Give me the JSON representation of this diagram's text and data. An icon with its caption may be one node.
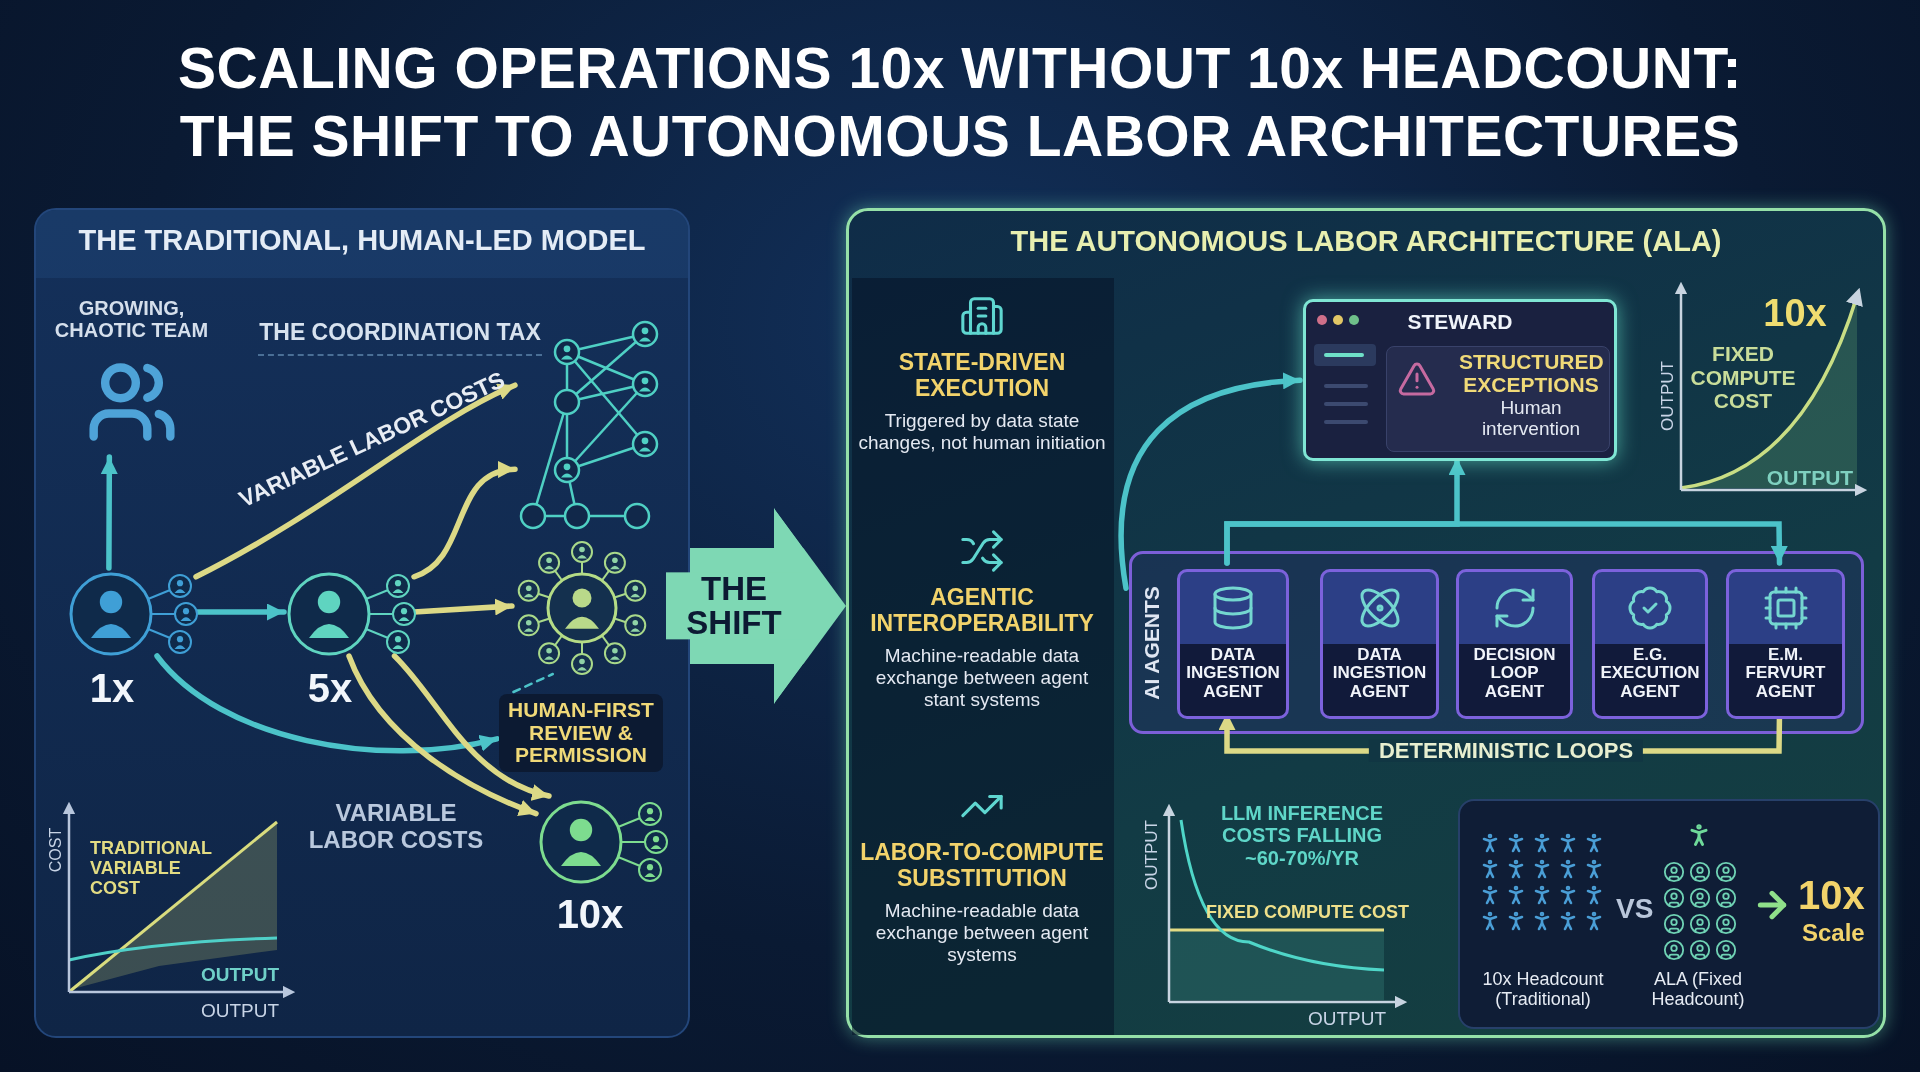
{
  "diagram": {
    "title": "SCALING OPERATIONS 10x WITHOUT 10x HEADCOUNT: THE SHIFT TO AUTONOMOUS LABOR ARCHITECTURES",
    "nodes": [
      {
        "text": [
          "THE TRADITIONAL, HUMAN-LED MODEL"
        ]
      },
      {
        "text": [
          "GROWING, CHAOTIC TEAM"
        ],
        "in": 0
      },
      {
        "text": [],
        "shape": "circle",
        "beside": [
          "1x"
        ],
        "in": 0
      },
      {
        "text": [],
        "shape": "circle",
        "beside": [
          "5x"
        ],
        "in": 0
      },
      {
        "text": [],
        "shape": "picture",
        "in": 0
      },
      {
        "text": [],
        "shape": "circle",
        "in": 0
      },
      {
        "text": [
          "HUMAN-FIRST REVIEW & PERMISSION"
        ],
        "in": 0
      },
      {
        "text": [],
        "shape": "circle",
        "beside": [
          "10x"
        ],
        "in": 0
      },
      {
        "text": [
          "THE AUTONOMOUS LABOR ARCHITECTURE (ALA)"
        ]
      },
      {
        "text": [
          "STATE-DRIVEN EXECUTION",
          "Triggered by data state changes, not human initiation"
        ],
        "in": 8
      },
      {
        "text": [
          "AGENTIC INTEROPERABILITY",
          "Machine-readable data exchange between agent stant systems"
        ],
        "in": 8
      },
      {
        "text": [
          "LABOR-TO-COMPUTE SUBSTITUTION",
          "Machine-readable data exchange between agent systems"
        ],
        "in": 8
      },
      {
        "text": [
          "STEWARD"
        ],
        "in": 8
      },
      {
        "text": [
          "STRUCTURED EXCEPTIONS",
          "Human intervention"
        ],
        "in": 12
      },
      {
        "text": [
          "AI AGENTS"
        ],
        "in": 8
      },
      {
        "text": [
          "DATA INGESTION AGENT"
        ],
        "in": 14
      },
      {
        "text": [
          "DATA INGESTION AGENT"
        ],
        "in": 14
      },
      {
        "text": [
          "DECISION LOOP AGENT"
        ],
        "in": 14
      },
      {
        "text": [
          "E.G. EXECUTION AGENT"
        ],
        "in": 14
      },
      {
        "text": [
          "E.M. FERVURT AGENT"
        ],
        "in": 14
      },
      {
        "text": [
          "10x Headcount (Traditional)",
          "VS",
          "ALA (Fixed Headcount)",
          "10x",
          "Scale"
        ],
        "in": 8
      }
    ],
    "edges": [
      {
        "from": 2,
        "to": 1,
        "arrow": "to"
      },
      {
        "from": 2,
        "to": 3,
        "arrow": "to"
      },
      {
        "from": 2,
        "to": 4,
        "arrow": "to",
        "label": "VARIABLE LABOR COSTS",
        "color": "#dcd986"
      },
      {
        "from": 3,
        "to": 4,
        "arrow": "to",
        "color": "#dcd986"
      },
      {
        "from": 3,
        "to": 5,
        "arrow": "to",
        "color": "#dcd986"
      },
      {
        "from": 2,
        "to": 6,
        "arrow": "to"
      },
      {
        "from": 6,
        "to": 5,
        "arrow": "none",
        "style": "dashed"
      },
      {
        "from": 3,
        "to": 7,
        "arrow": "to",
        "color": "#dcd986"
      },
      {
        "from": 3,
        "to": 7,
        "arrow": "to",
        "color": "#dcd986"
      },
      {
        "from": 14,
        "to": 12,
        "arrow": "to"
      },
      {
        "from": 15,
        "to": 12,
        "arrow": "to"
      },
      {
        "from": 15,
        "to": 19,
        "arrow": "to"
      },
      {
        "from": 19,
        "to": 15,
        "arrow": "to",
        "label": "DETERMINISTIC LOOPS",
        "color": "#dcd986"
      },
      {
        "from": 0,
        "to": 8,
        "arrow": "to",
        "label": "THE SHIFT",
        "style": "thick",
        "color": "#7ed8b4"
      }
    ],
    "labels": [
      "THE COORDINATION TAX",
      "VARIABLE LABOR COSTS",
      "COST",
      "TRADITIONAL VARIABLE COST",
      "OUTPUT",
      "OUTPUT",
      "OUTPUT",
      "10x",
      "FIXED COMPUTE COST",
      "OUTPUT",
      "OUTPUT",
      "LLM INFERENCE COSTS FALLING ~60-70%/YR",
      "FIXED COMPUTE COST",
      "OUTPUT"
    ]
  }
}
